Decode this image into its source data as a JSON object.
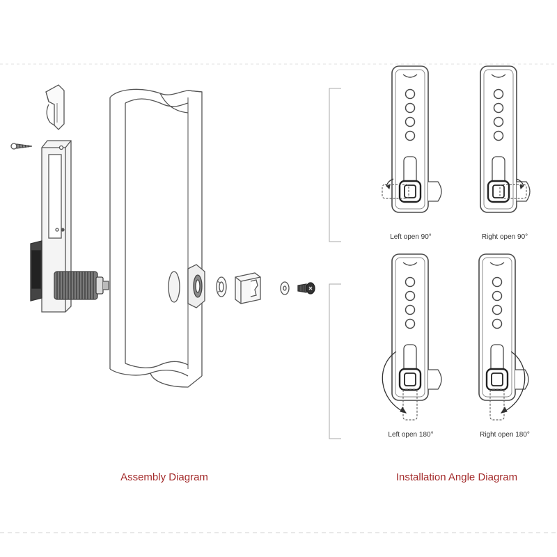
{
  "captions": {
    "assembly": "Assembly Diagram",
    "installation": "Installation Angle Diagram"
  },
  "orientations": [
    {
      "label": "Left open 90°"
    },
    {
      "label": "Right open 90°"
    },
    {
      "label": "Left open 180°"
    },
    {
      "label": "Right open 180°"
    }
  ],
  "colors": {
    "caption": "#a32a2a",
    "line": "#555555",
    "divider": "#d8d8d8",
    "thread": "#6b6b6b"
  },
  "icons": {
    "screw": "screw-icon",
    "bracket": "bracket-icon",
    "nut": "nut-icon",
    "washer": "washer-icon",
    "cam": "cam-icon",
    "bolt": "bolt-icon",
    "keypad_button": "circle-button-icon",
    "rotation_arrow": "curved-arrow-icon"
  }
}
